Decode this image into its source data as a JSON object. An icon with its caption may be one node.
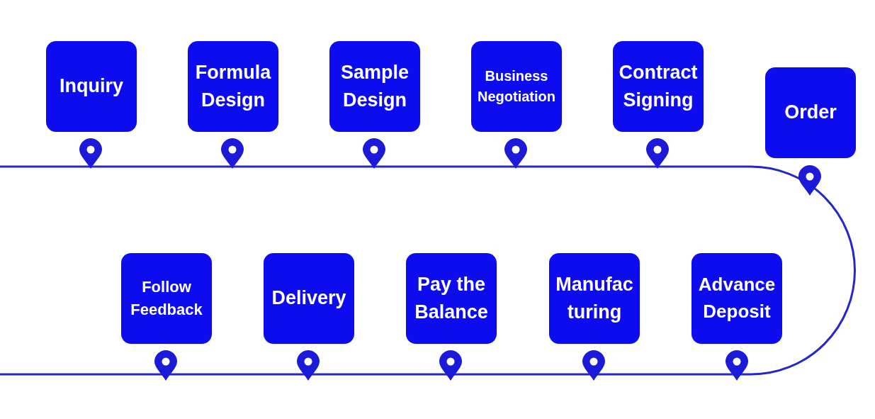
{
  "diagram": {
    "nodes": [
      {
        "text": [
          "Inquiry"
        ]
      },
      {
        "text": [
          "Formula Design"
        ]
      },
      {
        "text": [
          "Sample Design"
        ]
      },
      {
        "text": [
          "Business Negotiation"
        ]
      },
      {
        "text": [
          "Contract Signing"
        ]
      },
      {
        "text": [
          "Order"
        ]
      },
      {
        "text": [
          "Follow Feedback"
        ]
      },
      {
        "text": [
          "Delivery"
        ]
      },
      {
        "text": [
          "Pay the Balance"
        ]
      },
      {
        "text": [
          "Manufac turing"
        ]
      },
      {
        "text": [
          "Advance Deposit"
        ]
      }
    ]
  }
}
